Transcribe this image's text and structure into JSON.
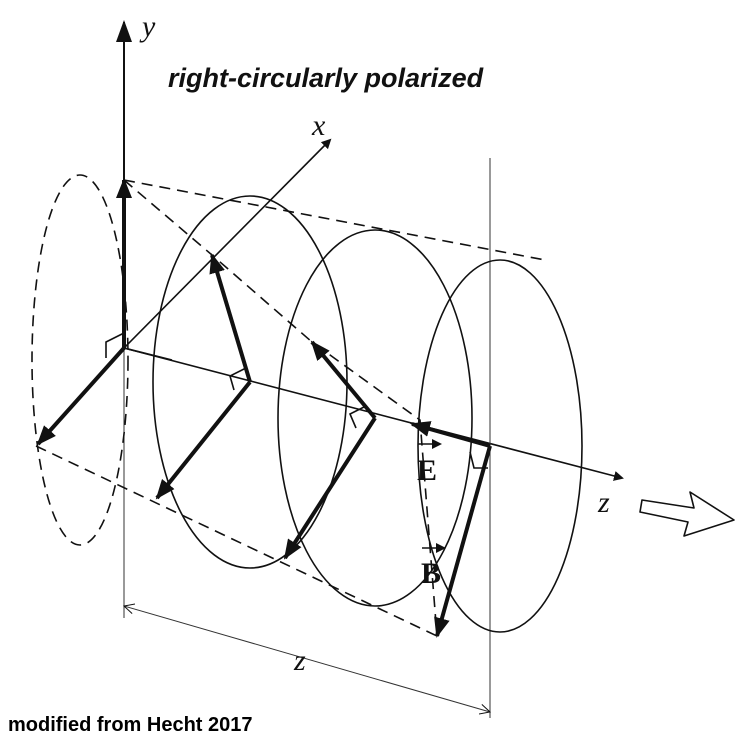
{
  "title": "right-circularly polarized",
  "axes": {
    "x": "x",
    "y": "y",
    "z": "z"
  },
  "dimension_label": "z",
  "vectors": {
    "e_field": "E",
    "b_field": "B"
  },
  "credit": "modified from Hecht 2017"
}
